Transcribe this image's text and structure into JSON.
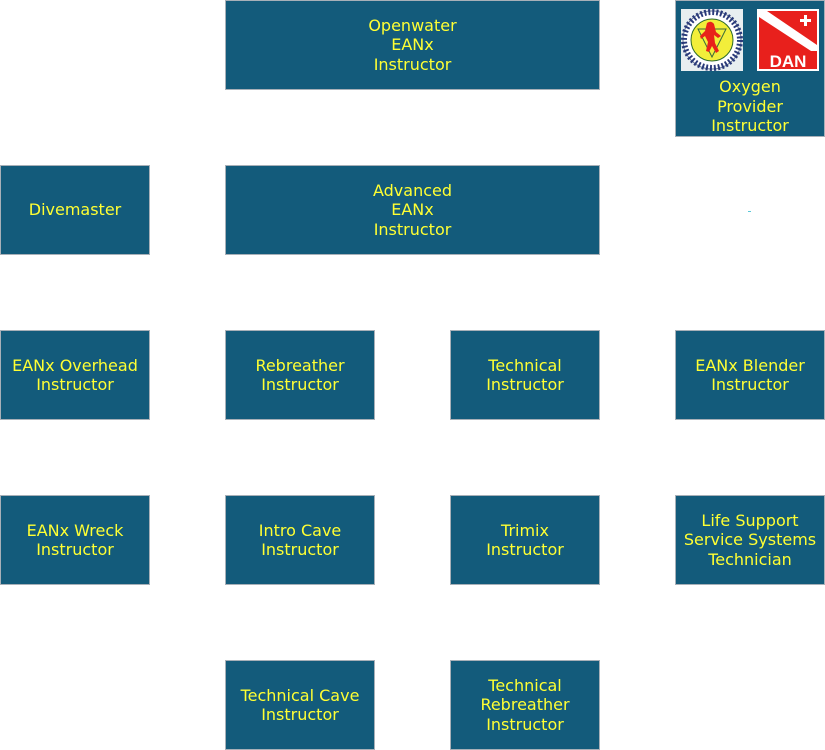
{
  "colors": {
    "box_background": "#135b7b",
    "box_border": "#a8b0b8",
    "text": "#ffff33",
    "page_background": "#ffffff"
  },
  "boxes": {
    "openwater_eanx": {
      "lines": [
        "Openwater",
        "EANx",
        "Instructor"
      ]
    },
    "oxygen_provider": {
      "lines": [
        "Oxygen",
        "Provider",
        "Instructor"
      ],
      "logos": [
        {
          "icon": "iantd-seal-logo",
          "ring_text": "NITROX · TRIMIX · CAVE · DEEP AIR · WRECK"
        },
        {
          "icon": "dan-logo",
          "text": "DAN"
        }
      ]
    },
    "divemaster": {
      "lines": [
        "Divemaster"
      ]
    },
    "advanced_eanx": {
      "lines": [
        "Advanced",
        "EANx",
        "Instructor"
      ]
    },
    "eanx_overhead": {
      "lines": [
        "EANx Overhead",
        "Instructor"
      ]
    },
    "rebreather": {
      "lines": [
        "Rebreather",
        "Instructor"
      ]
    },
    "technical": {
      "lines": [
        "Technical",
        "Instructor"
      ]
    },
    "eanx_blender": {
      "lines": [
        "EANx Blender",
        "Instructor"
      ]
    },
    "eanx_wreck": {
      "lines": [
        "EANx Wreck",
        "Instructor"
      ]
    },
    "intro_cave": {
      "lines": [
        "Intro Cave",
        "Instructor"
      ]
    },
    "trimix": {
      "lines": [
        "Trimix",
        "Instructor"
      ]
    },
    "life_support": {
      "lines": [
        "Life Support",
        "Service Systems",
        "Technician"
      ]
    },
    "technical_cave": {
      "lines": [
        "Technical Cave",
        "Instructor"
      ]
    },
    "technical_rebreather": {
      "lines": [
        "Technical",
        "Rebreather",
        "Instructor"
      ]
    }
  }
}
